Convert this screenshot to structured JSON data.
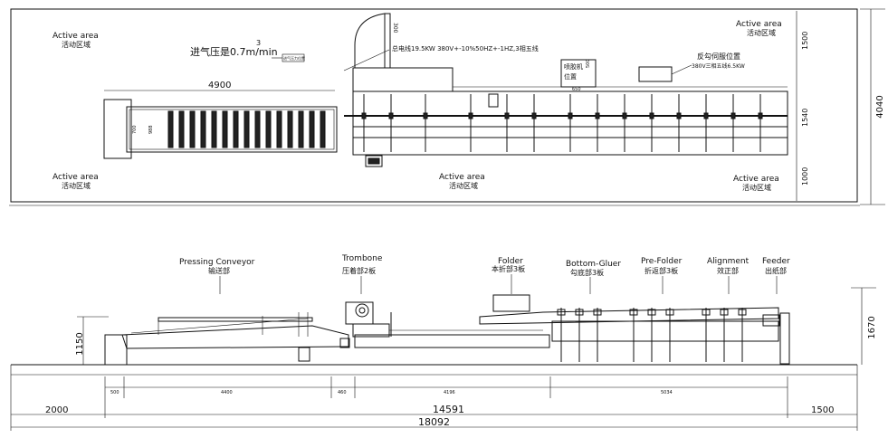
{
  "plan_view": {
    "active_area_en": "Active area",
    "active_area_zh": "活动区域",
    "air_pressure_note": "进气压是0.7m/min",
    "air_pressure_exp": "3",
    "air_tag": "进气压力位置",
    "power_note": "总电线19.5KW 380V+-10%50HZ+-1HZ,3相五线",
    "glue_station_l1": "喷胶机",
    "glue_station_l2": "位置",
    "servo_l1": "反勾伺服位置",
    "servo_l2": "380V三相五线6.5KW",
    "dims": {
      "d4900": "4900",
      "d300": "300",
      "d500": "500",
      "d650": "650",
      "d700": "700",
      "d988": "988",
      "d1500": "1500",
      "d1540": "1540",
      "d1000": "1000",
      "d4040": "4040"
    }
  },
  "side_view": {
    "modules": [
      {
        "en": "Pressing Conveyor",
        "zh": "输送部"
      },
      {
        "en": "Trombone",
        "zh": "压着部2板"
      },
      {
        "en": "Folder",
        "zh": "本折部3板"
      },
      {
        "en": "Bottom-Gluer",
        "zh": "勾底部3板"
      },
      {
        "en": "Pre-Folder",
        "zh": "折返部3板"
      },
      {
        "en": "Alignment",
        "zh": "效正部"
      },
      {
        "en": "Feeder",
        "zh": "出纸部"
      }
    ],
    "dims": {
      "d500": "500",
      "d4400": "4400",
      "d460": "460",
      "d4196": "4196",
      "d5034": "5034",
      "d2000": "2000",
      "d14591": "14591",
      "d1500": "1500",
      "d18092": "18092",
      "d1150": "1150",
      "d1670": "1670"
    }
  }
}
